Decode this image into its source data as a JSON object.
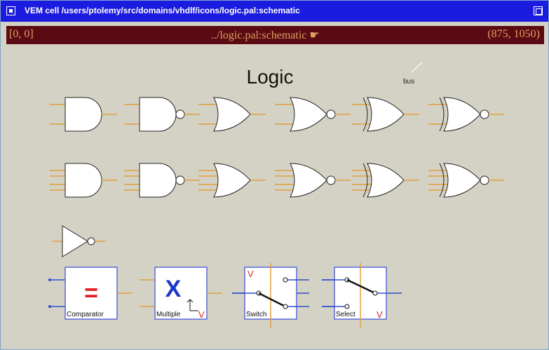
{
  "window": {
    "title": "VEM cell /users/ptolemy/src/domains/vhdlf/icons/logic.pal:schematic"
  },
  "status": {
    "left_coords": "[0, 0]",
    "center_path": "../logic.pal:schematic",
    "right_coords": "(875, 1050)"
  },
  "schematic": {
    "heading": "Logic",
    "bus_label": "bus",
    "blocks": {
      "comparator_symbol": "=",
      "comparator_label": "Comparator",
      "multiply_symbol": "X",
      "multiply_label": "Multiple",
      "switch_label": "Switch",
      "switch_v": "V",
      "select_label": "Select",
      "select_v": "V",
      "multiply_v": "V"
    }
  },
  "colors": {
    "wire": "#e0a040",
    "port": "#3050d0",
    "block_border": "#5a6ad8",
    "accent_red": "#e02020"
  }
}
